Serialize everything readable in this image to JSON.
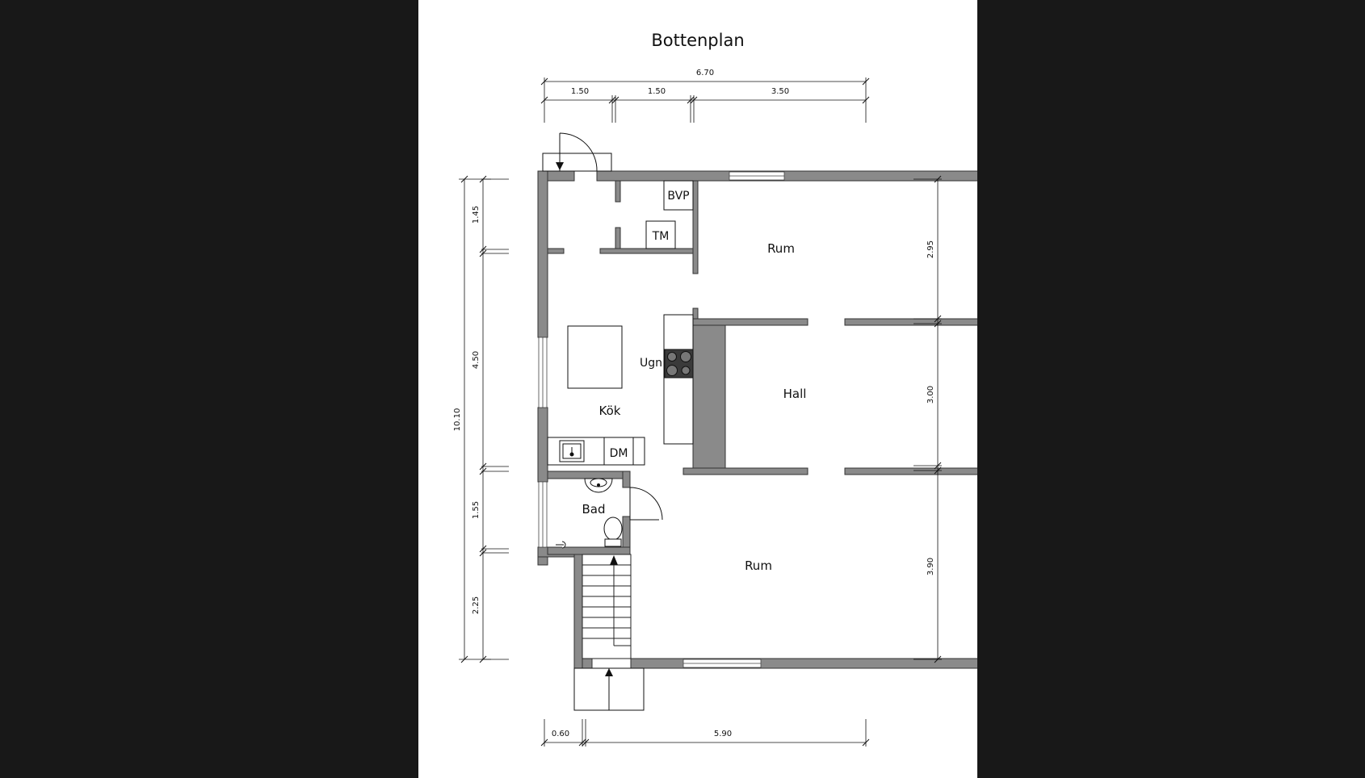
{
  "title": "Bottenplan",
  "dimensions": {
    "top_total": "6.70",
    "top_segments": [
      "1.50",
      "1.50",
      "3.50"
    ],
    "left_total": "10.10",
    "left_segments": [
      "1.45",
      "4.50",
      "1.55",
      "2.25"
    ],
    "right_segments": [
      "2.95",
      "3.00",
      "3.90"
    ],
    "bottom_segments": [
      "0.60",
      "5.90"
    ]
  },
  "rooms": {
    "rum_upper": "Rum",
    "hall": "Hall",
    "kok": "Kök",
    "bad": "Bad",
    "rum_lower": "Rum"
  },
  "fixtures": {
    "bvp": "BVP",
    "tm": "TM",
    "ugn": "Ugn",
    "dm": "DM"
  },
  "colors": {
    "viewer_background": "#181818",
    "sheet": "#ffffff",
    "wall_fill": "#8a8a8a",
    "line": "#111111"
  }
}
